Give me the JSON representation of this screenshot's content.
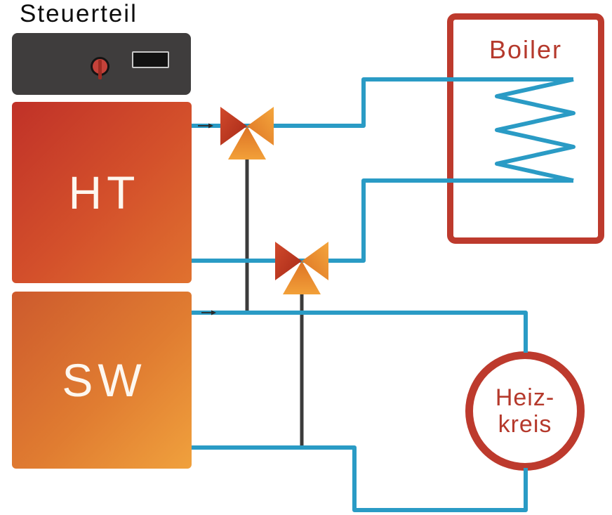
{
  "title": "Steuerteil",
  "control_unit": {
    "name": "Steuerteil control panel",
    "knob": "rotary-knob",
    "display": "status-display"
  },
  "tanks": {
    "ht": "HT",
    "sw": "SW"
  },
  "boiler": {
    "label": "Boiler"
  },
  "heating_circuit": {
    "line1": "Heiz-",
    "line2": "kreis"
  },
  "colors": {
    "pipe_blue": "#2a9bc5",
    "outline_red": "#bd3a2d",
    "label_red": "#b5392c",
    "stem_dark": "#3b3b3b",
    "panel_dark": "#3f3d3d",
    "knob_red": "#c4423a",
    "ht_gradient_start": "#c03128",
    "ht_gradient_end": "#e0722f",
    "sw_gradient_start": "#cd5a2d",
    "sw_gradient_end": "#f0a13d",
    "valve_red": "#b02c1b",
    "valve_orange": "#f09a37",
    "title_black": "#0e0e0e"
  }
}
